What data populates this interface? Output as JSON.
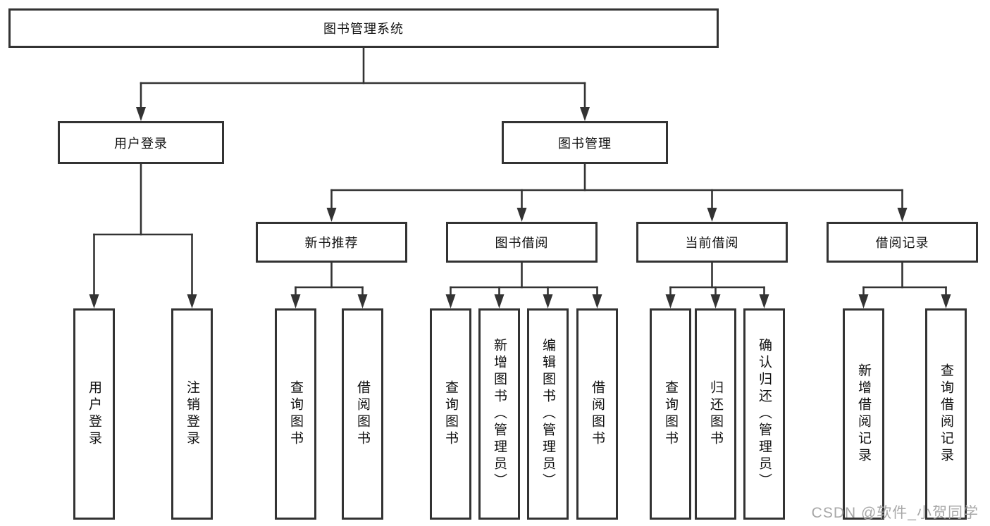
{
  "watermark": "CSDN @软件_小贺同学",
  "colors": {
    "line": "#333333",
    "box_border": "#333333",
    "text": "#111111",
    "watermark": "#a8a8a8",
    "background": "#ffffff"
  },
  "tree": {
    "id": "root",
    "label": "图书管理系统",
    "children": [
      {
        "id": "user-login",
        "label": "用户登录",
        "children": [
          {
            "id": "user-login-leaf",
            "label": "用户登录",
            "vertical": true
          },
          {
            "id": "logout-leaf",
            "label": "注销登录",
            "vertical": true
          }
        ]
      },
      {
        "id": "book-mgmt",
        "label": "图书管理",
        "children": [
          {
            "id": "new-book-rec",
            "label": "新书推荐",
            "children": [
              {
                "id": "nbr-query-book",
                "label": "查询图书",
                "vertical": true
              },
              {
                "id": "nbr-borrow-book",
                "label": "借阅图书",
                "vertical": true
              }
            ]
          },
          {
            "id": "book-borrow",
            "label": "图书借阅",
            "children": [
              {
                "id": "bb-query-book",
                "label": "查询图书",
                "vertical": true
              },
              {
                "id": "bb-add-book",
                "label": "新增图书（管理员）",
                "vertical": true
              },
              {
                "id": "bb-edit-book",
                "label": "编辑图书（管理员）",
                "vertical": true
              },
              {
                "id": "bb-borrow-book",
                "label": "借阅图书",
                "vertical": true
              }
            ]
          },
          {
            "id": "current-borrow",
            "label": "当前借阅",
            "children": [
              {
                "id": "cb-query-book",
                "label": "查询图书",
                "vertical": true
              },
              {
                "id": "cb-return-book",
                "label": "归还图书",
                "vertical": true
              },
              {
                "id": "cb-confirm-return",
                "label": "确认归还（管理员）",
                "vertical": true
              }
            ]
          },
          {
            "id": "borrow-record",
            "label": "借阅记录",
            "children": [
              {
                "id": "br-add-record",
                "label": "新增借阅记录",
                "vertical": true
              },
              {
                "id": "br-query-record",
                "label": "查询借阅记录",
                "vertical": true
              }
            ]
          }
        ]
      }
    ]
  }
}
